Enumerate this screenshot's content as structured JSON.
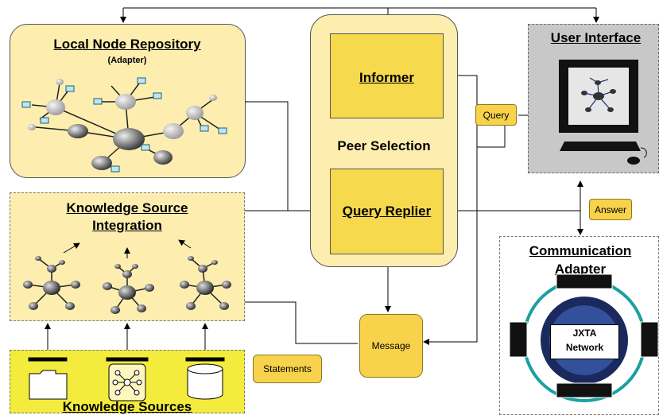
{
  "local_node_repository": {
    "title": "Local Node Repository",
    "subtitle": "(Adapter)"
  },
  "knowledge_source_integration": {
    "title_line1": "Knowledge Source",
    "title_line2": "Integration"
  },
  "knowledge_sources": {
    "title": "Knowledge Sources"
  },
  "peer_selection": {
    "label": "Peer Selection",
    "informer": "Informer",
    "query_replier": "Query Replier"
  },
  "user_interface": {
    "title": "User Interface"
  },
  "communication_adapter": {
    "title_line1": "Communication",
    "title_line2": "Adapter",
    "network_line1": "JXTA",
    "network_line2": "Network"
  },
  "tags": {
    "query": "Query",
    "answer": "Answer",
    "message": "Message",
    "statements": "Statements"
  },
  "colors": {
    "light_yellow": "#fdeeb0",
    "strong_yellow": "#f7d94e",
    "gray_panel": "#c8c8c8",
    "ring": "#1aa0a0"
  }
}
